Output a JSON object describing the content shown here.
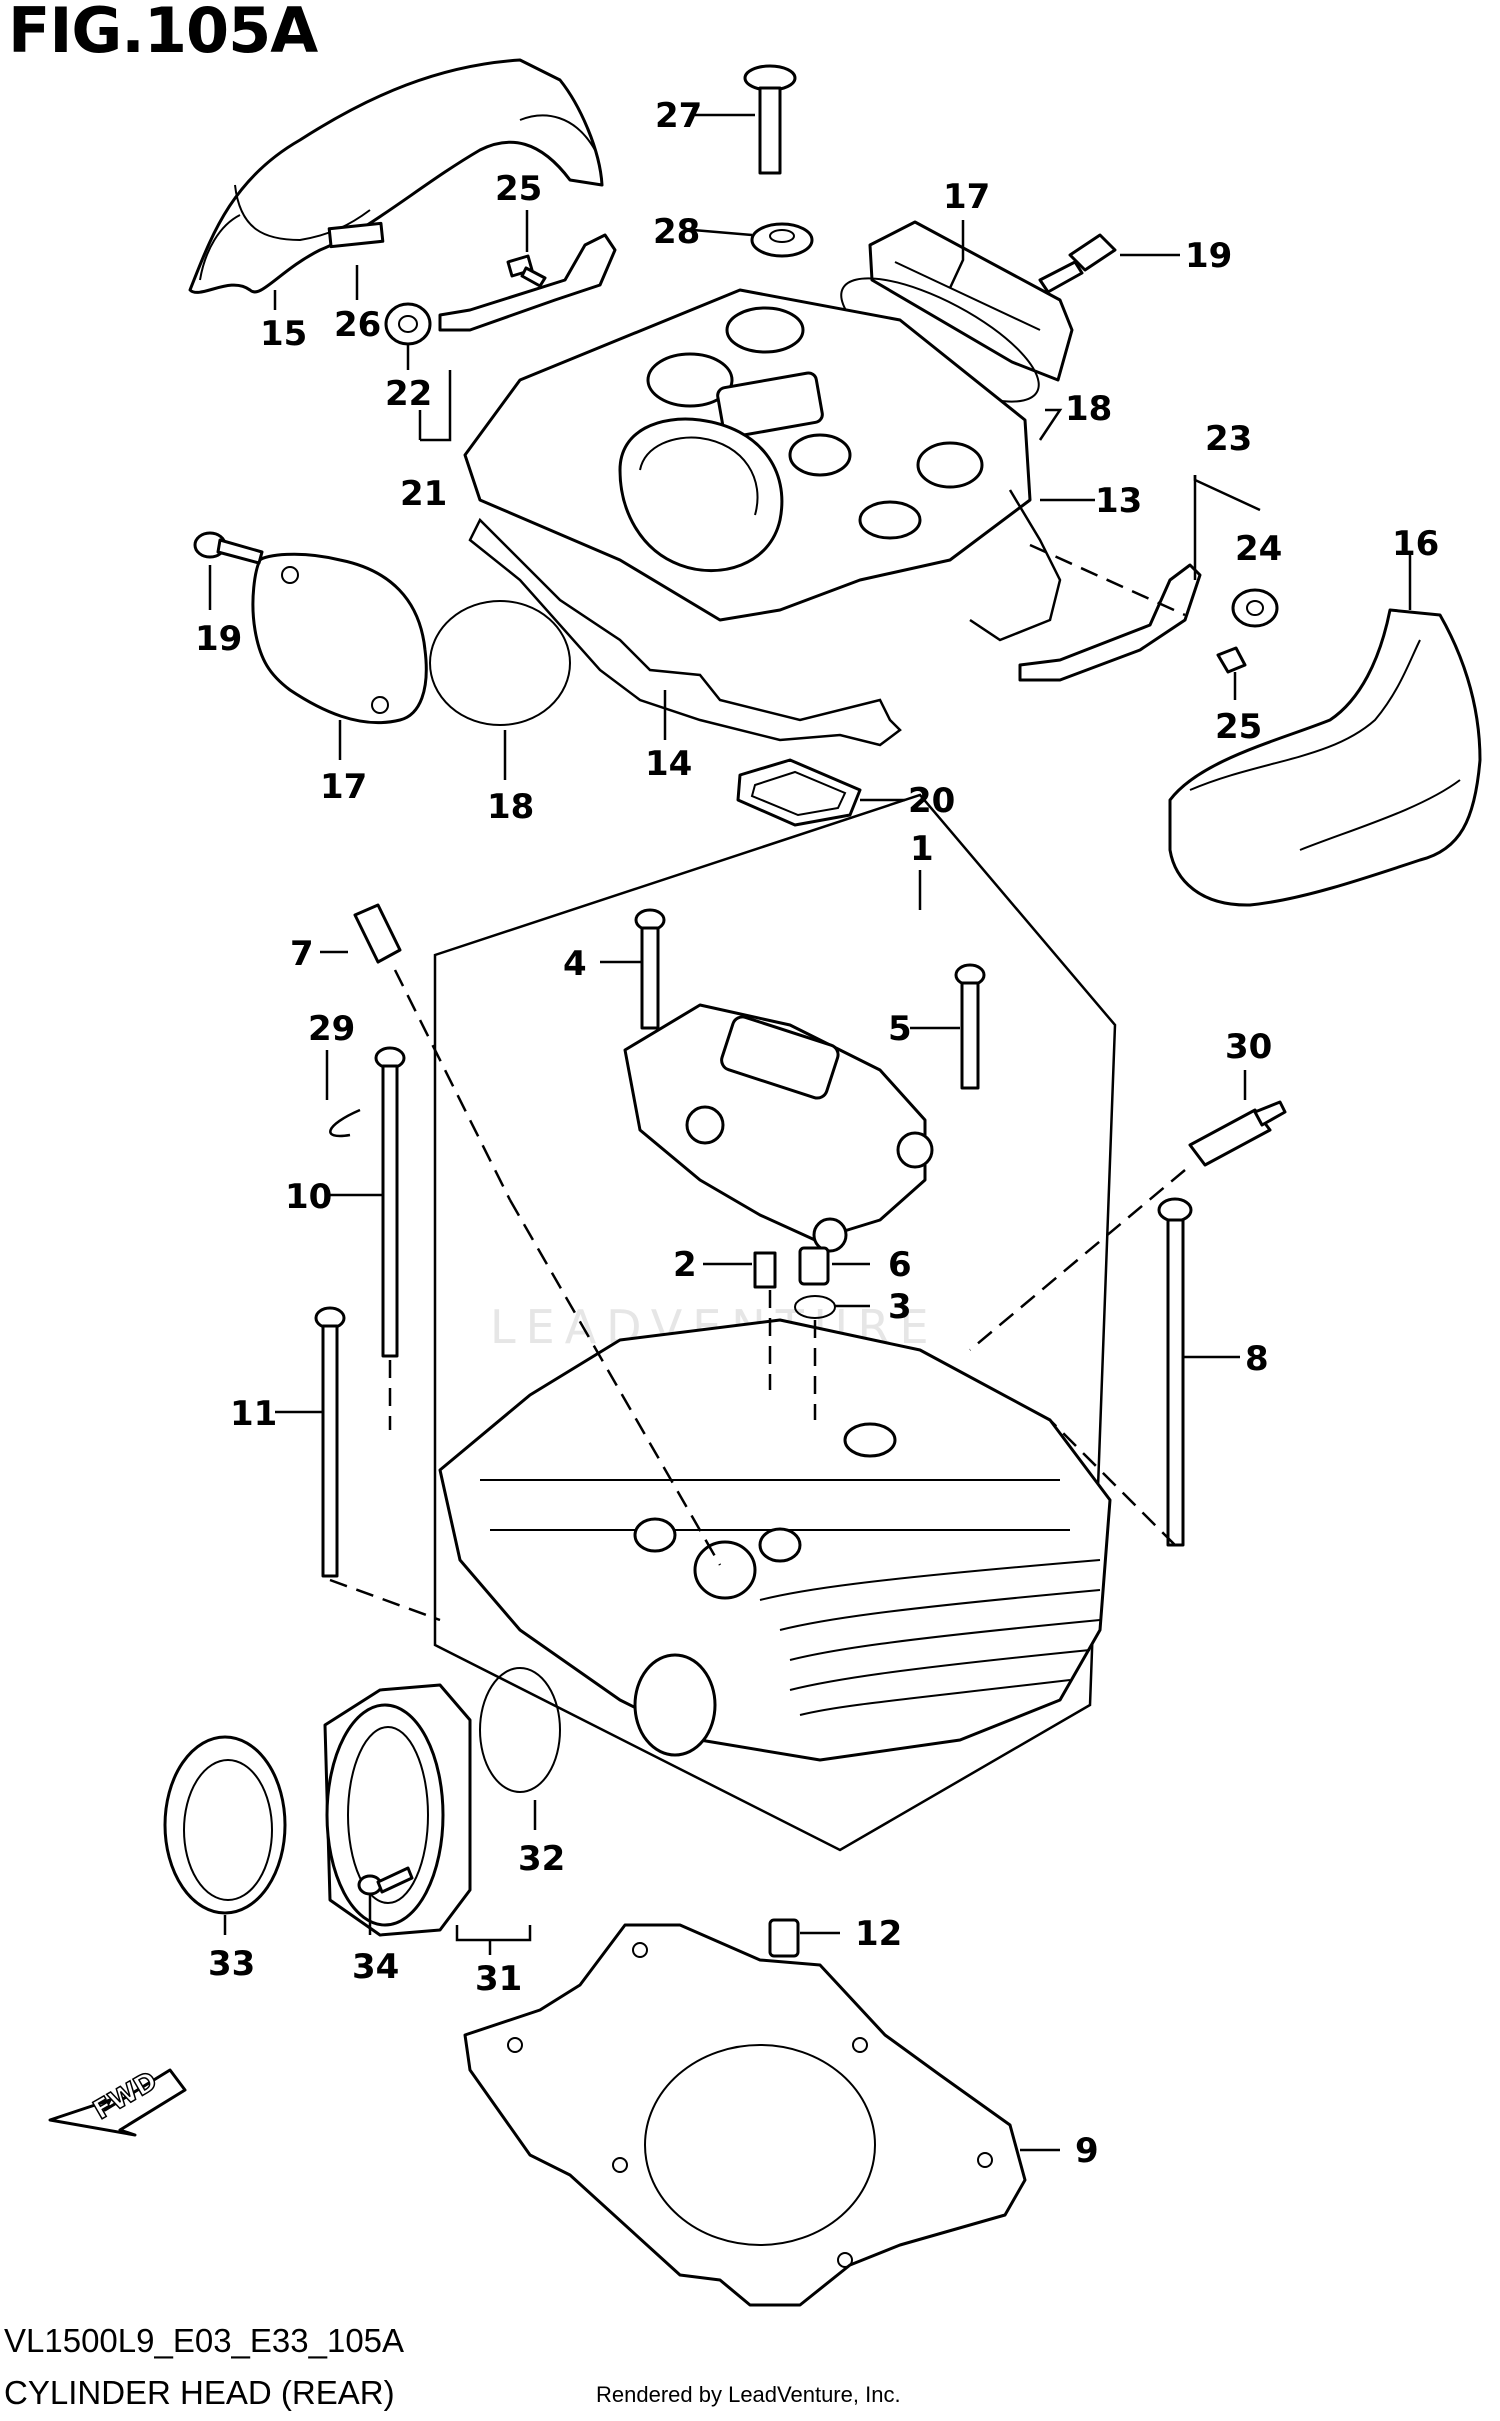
{
  "figure": {
    "title": "FIG.105A",
    "code": "VL1500L9_E03_E33_105A",
    "name": "CYLINDER HEAD (REAR)",
    "credit": "Rendered by LeadVenture, Inc.",
    "watermark": "LEADVENTURE",
    "fwd_label": "FWD"
  },
  "callouts": [
    "27",
    "25",
    "28",
    "17",
    "19",
    "15",
    "26",
    "22",
    "21",
    "18",
    "13",
    "23",
    "24",
    "16",
    "19",
    "17",
    "18",
    "14",
    "25",
    "20",
    "1",
    "7",
    "4",
    "5",
    "29",
    "30",
    "10",
    "2",
    "6",
    "3",
    "8",
    "11",
    "32",
    "12",
    "33",
    "34",
    "31",
    "9"
  ]
}
